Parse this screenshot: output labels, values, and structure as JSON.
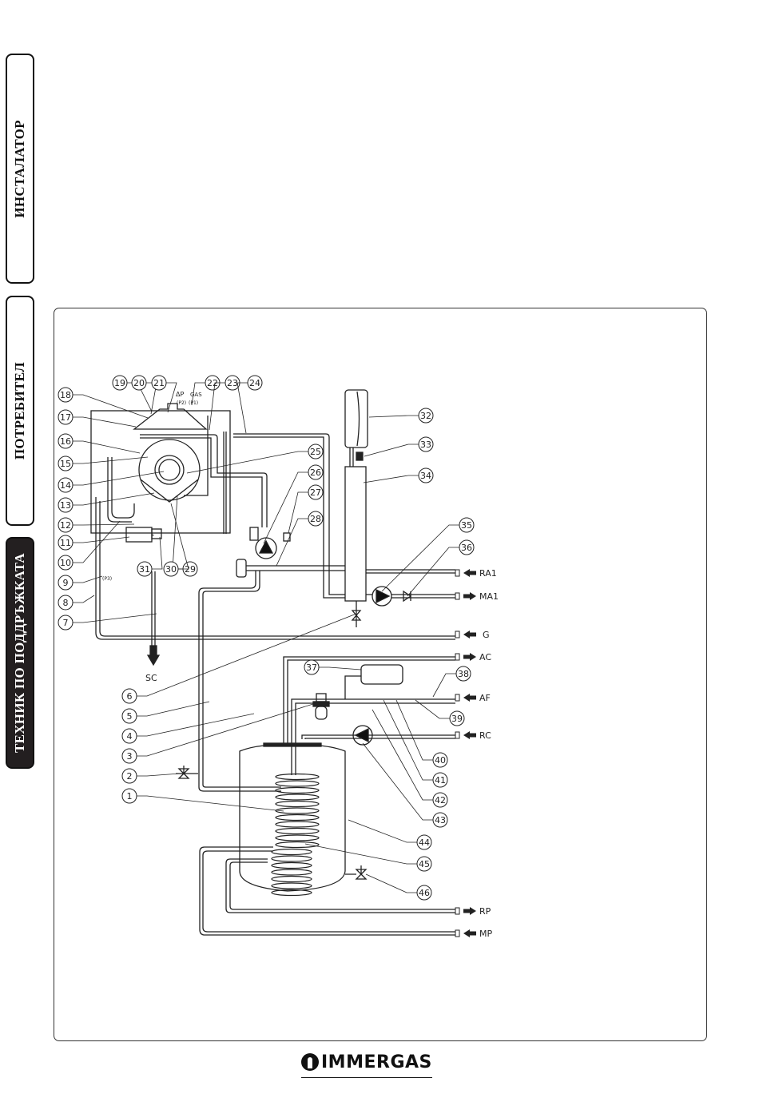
{
  "side_tabs": [
    {
      "label": "ИНСТАЛАТОР",
      "active": false
    },
    {
      "label": "ПОТРЕБИТЕЛ",
      "active": false
    },
    {
      "label": "ТЕХНИК ПО ПОДДРЪЖКАТА",
      "active": true
    }
  ],
  "diagram": {
    "header_labels": {
      "delta_p": "ΔP",
      "gas": "GAS",
      "p2": "(P2)",
      "p1": "(P1)",
      "p3": "(P3)",
      "p_small": "P"
    },
    "callouts": [
      "1",
      "2",
      "3",
      "4",
      "5",
      "6",
      "7",
      "8",
      "9",
      "10",
      "11",
      "12",
      "13",
      "14",
      "15",
      "16",
      "17",
      "18",
      "19",
      "20",
      "21",
      "22",
      "23",
      "24",
      "25",
      "26",
      "27",
      "28",
      "29",
      "30",
      "31",
      "32",
      "33",
      "34",
      "35",
      "36",
      "37",
      "38",
      "39",
      "40",
      "41",
      "42",
      "43",
      "44",
      "45",
      "46"
    ],
    "connections": [
      {
        "code": "RA1",
        "direction": "in"
      },
      {
        "code": "MA1",
        "direction": "out"
      },
      {
        "code": "G",
        "direction": "in"
      },
      {
        "code": "AC",
        "direction": "out"
      },
      {
        "code": "AF",
        "direction": "in"
      },
      {
        "code": "RC",
        "direction": "in"
      },
      {
        "code": "RP",
        "direction": "out"
      },
      {
        "code": "MP",
        "direction": "in"
      }
    ],
    "drain": {
      "code": "SC",
      "direction": "down"
    }
  },
  "footer": {
    "brand": "IMMERGAS"
  }
}
